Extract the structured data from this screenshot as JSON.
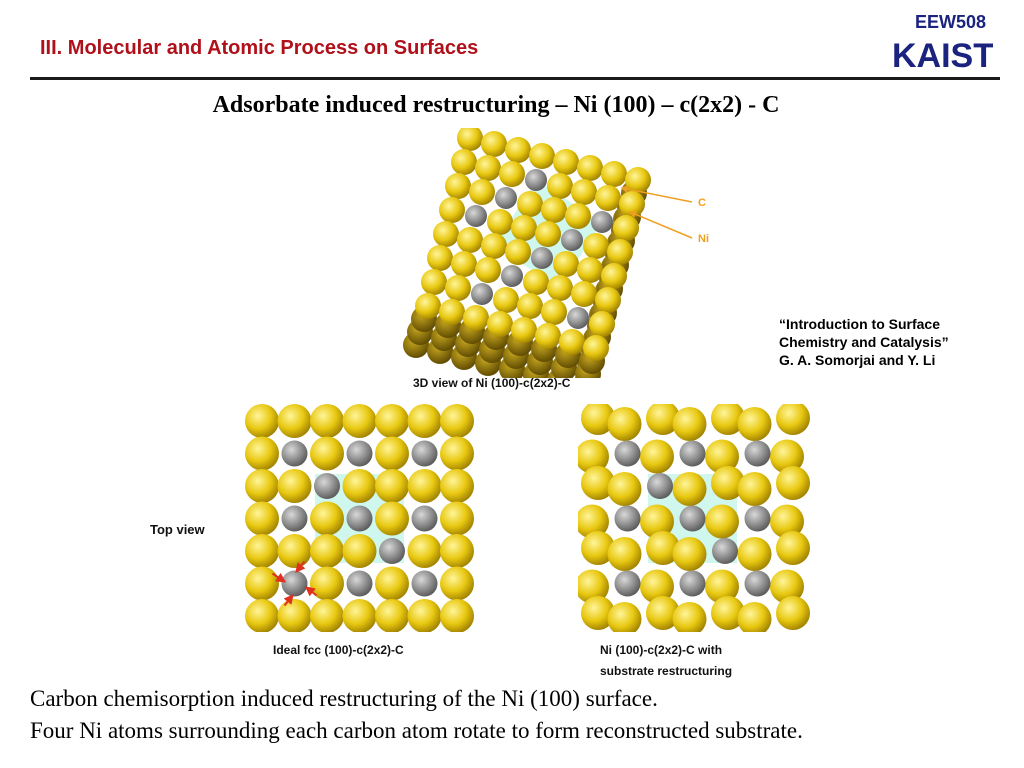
{
  "header": {
    "course_code": "EEW508",
    "logo_text": "KAIST",
    "title": "III. Molecular and Atomic Process on Surfaces"
  },
  "slide": {
    "subtitle": "Adsorbate induced restructuring – Ni (100) – c(2x2) - C"
  },
  "figure": {
    "view3d_caption": "3D view of Ni (100)-c(2x2)-C",
    "label_c": "C",
    "label_ni": "Ni",
    "top_view_label": "Top view",
    "ideal_caption": "Ideal fcc (100)-c(2x2)-C",
    "restructured_caption_line1": "Ni (100)-c(2x2)-C with",
    "restructured_caption_line2": "substrate restructuring"
  },
  "reference": {
    "line1": "“Introduction to Surface",
    "line2": "Chemistry and Catalysis”",
    "line3": "G. A. Somorjai and Y. Li"
  },
  "body": {
    "line1": "Carbon chemisorption induced restructuring of the Ni (100) surface.",
    "line2": "Four Ni atoms surrounding each carbon atom rotate to form reconstructed substrate."
  },
  "colors": {
    "title_red": "#b0101a",
    "navy": "#1a237e",
    "ni_yellow": "#e8c810",
    "carbon_gray": "#8a8a8a",
    "highlight_cyan": "#a8f0e0",
    "arrow_orange": "#f0a020",
    "arrow_red": "#e03020"
  }
}
